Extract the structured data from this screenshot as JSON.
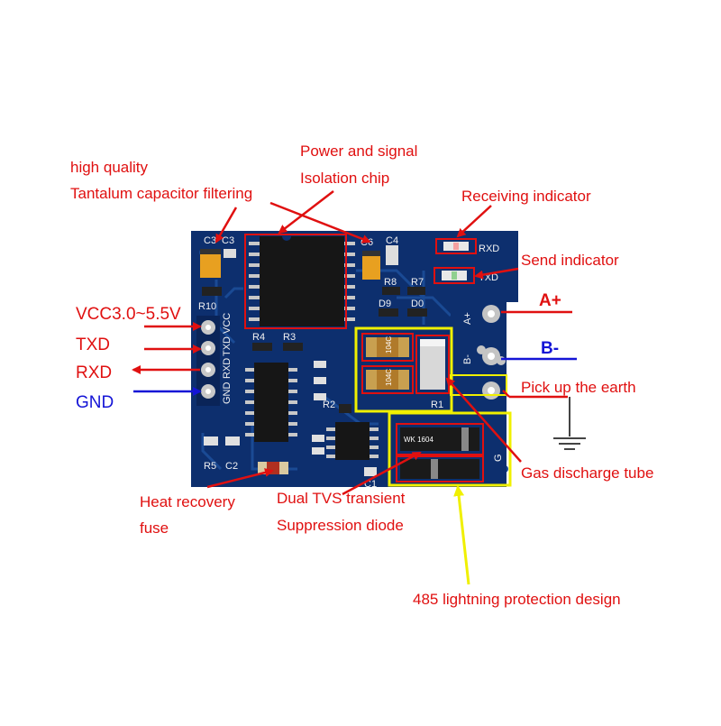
{
  "labels": {
    "tantalum_line1": "high quality",
    "tantalum_line2": "Tantalum capacitor filtering",
    "isolation_line1": "Power and signal",
    "isolation_line2": "Isolation chip",
    "receiving_indicator": "Receiving indicator",
    "send_indicator": "Send indicator",
    "a_plus": "A+",
    "b_minus": "B-",
    "earth": "Pick up the earth",
    "gas_tube": "Gas discharge tube",
    "fuse_line1": "Heat recovery",
    "fuse_line2": "fuse",
    "tvs_line1": "Dual TVS transient",
    "tvs_line2": "Suppression diode",
    "lightning": "485 lightning protection design"
  },
  "pins": {
    "vcc": "VCC3.0~5.5V",
    "txd": "TXD",
    "rxd": "RXD",
    "gnd": "GND"
  },
  "silkscreen": {
    "c3a": "C3",
    "c3b": "C3",
    "r10": "R10",
    "c6": "C6",
    "c4": "C4",
    "r8": "R8",
    "r7": "R7",
    "d9": "D9",
    "d0": "D0",
    "rxd": "RXD",
    "txd": "TXD",
    "header_vcc": "VCC",
    "header_txd": "TXD",
    "header_rxd": "RXD",
    "header_gnd": "GND",
    "r4": "R4",
    "r3": "R3",
    "r5": "R5",
    "c2": "C2",
    "r2": "R2",
    "r1": "R1",
    "c1": "C1",
    "term_a": "A+",
    "term_b": "B-",
    "term_g": "G",
    "cap_mark": "104C",
    "tvs_mark": "WK 1604"
  },
  "colors": {
    "pcb": "#0d2f6e",
    "pcb_trace": "#1a4a94",
    "annotation_red": "#e01010",
    "annotation_blue": "#1414d6",
    "annotation_yellow": "#f0f000",
    "earth_line": "#444444"
  }
}
